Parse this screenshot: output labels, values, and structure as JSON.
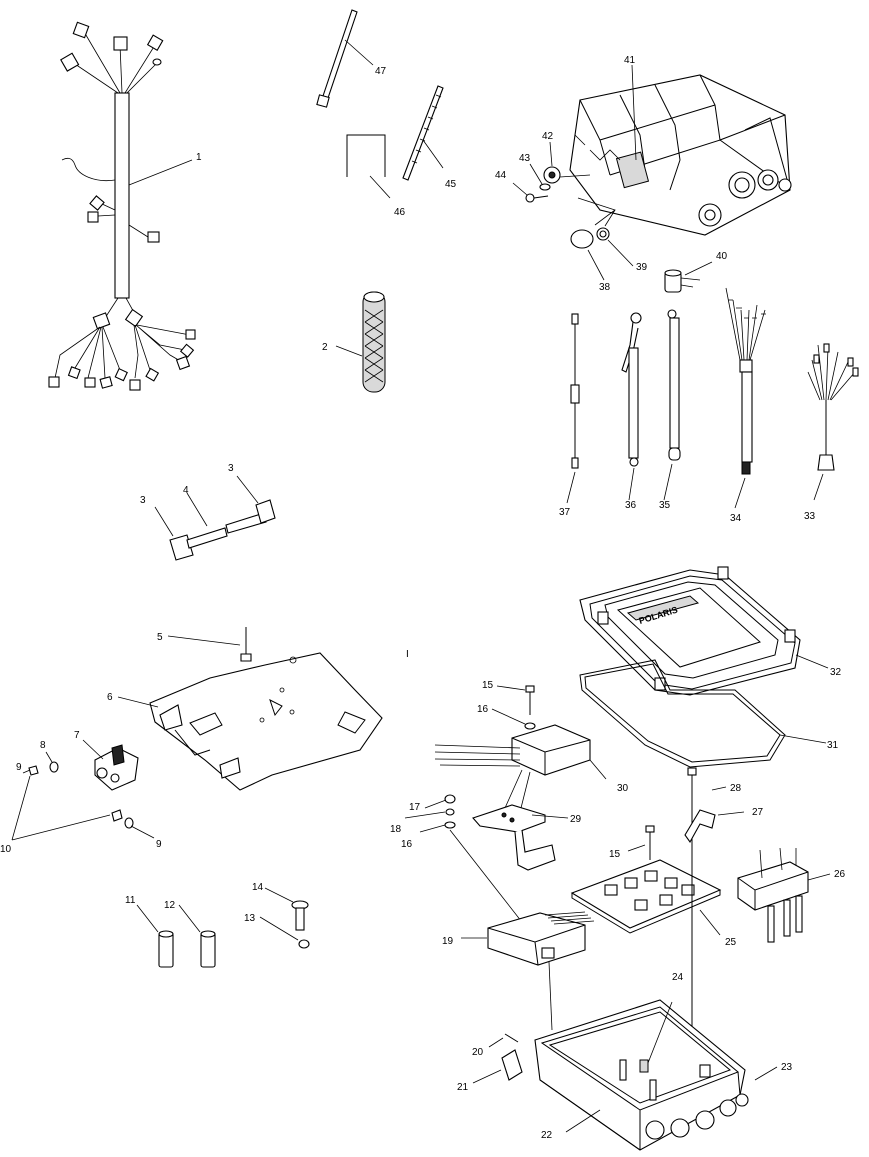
{
  "diagram": {
    "callouts": [
      {
        "id": "1",
        "text": "1"
      },
      {
        "id": "2",
        "text": "2"
      },
      {
        "id": "3a",
        "text": "3"
      },
      {
        "id": "3b",
        "text": "3"
      },
      {
        "id": "4",
        "text": "4"
      },
      {
        "id": "5",
        "text": "5"
      },
      {
        "id": "6",
        "text": "6"
      },
      {
        "id": "7",
        "text": "7"
      },
      {
        "id": "8",
        "text": "8"
      },
      {
        "id": "9a",
        "text": "9"
      },
      {
        "id": "9b",
        "text": "9"
      },
      {
        "id": "10",
        "text": "10"
      },
      {
        "id": "11",
        "text": "11"
      },
      {
        "id": "12",
        "text": "12"
      },
      {
        "id": "13a",
        "text": "13"
      },
      {
        "id": "14",
        "text": "14"
      },
      {
        "id": "15a",
        "text": "15"
      },
      {
        "id": "15b",
        "text": "15"
      },
      {
        "id": "16a",
        "text": "16"
      },
      {
        "id": "16b",
        "text": "16"
      },
      {
        "id": "17",
        "text": "17"
      },
      {
        "id": "18",
        "text": "18"
      },
      {
        "id": "19",
        "text": "19"
      },
      {
        "id": "20",
        "text": "20"
      },
      {
        "id": "21",
        "text": "21"
      },
      {
        "id": "22",
        "text": "22"
      },
      {
        "id": "23",
        "text": "23"
      },
      {
        "id": "24",
        "text": "24"
      },
      {
        "id": "25",
        "text": "25"
      },
      {
        "id": "26",
        "text": "26"
      },
      {
        "id": "27",
        "text": "27"
      },
      {
        "id": "28",
        "text": "28"
      },
      {
        "id": "29",
        "text": "29"
      },
      {
        "id": "30",
        "text": "30"
      },
      {
        "id": "31",
        "text": "31"
      },
      {
        "id": "32",
        "text": "32"
      },
      {
        "id": "33",
        "text": "33"
      },
      {
        "id": "34",
        "text": "34"
      },
      {
        "id": "35",
        "text": "35"
      },
      {
        "id": "36",
        "text": "36"
      },
      {
        "id": "37",
        "text": "37"
      },
      {
        "id": "38",
        "text": "38"
      },
      {
        "id": "39",
        "text": "39"
      },
      {
        "id": "40",
        "text": "40"
      },
      {
        "id": "41",
        "text": "41"
      },
      {
        "id": "42",
        "text": "42"
      },
      {
        "id": "43b",
        "text": "43"
      },
      {
        "id": "44",
        "text": "44"
      },
      {
        "id": "45",
        "text": "45"
      },
      {
        "id": "46",
        "text": "46"
      },
      {
        "id": "47",
        "text": "47"
      },
      {
        "id": "i",
        "text": "I"
      }
    ],
    "lid_brand_text": "POLARIS"
  }
}
